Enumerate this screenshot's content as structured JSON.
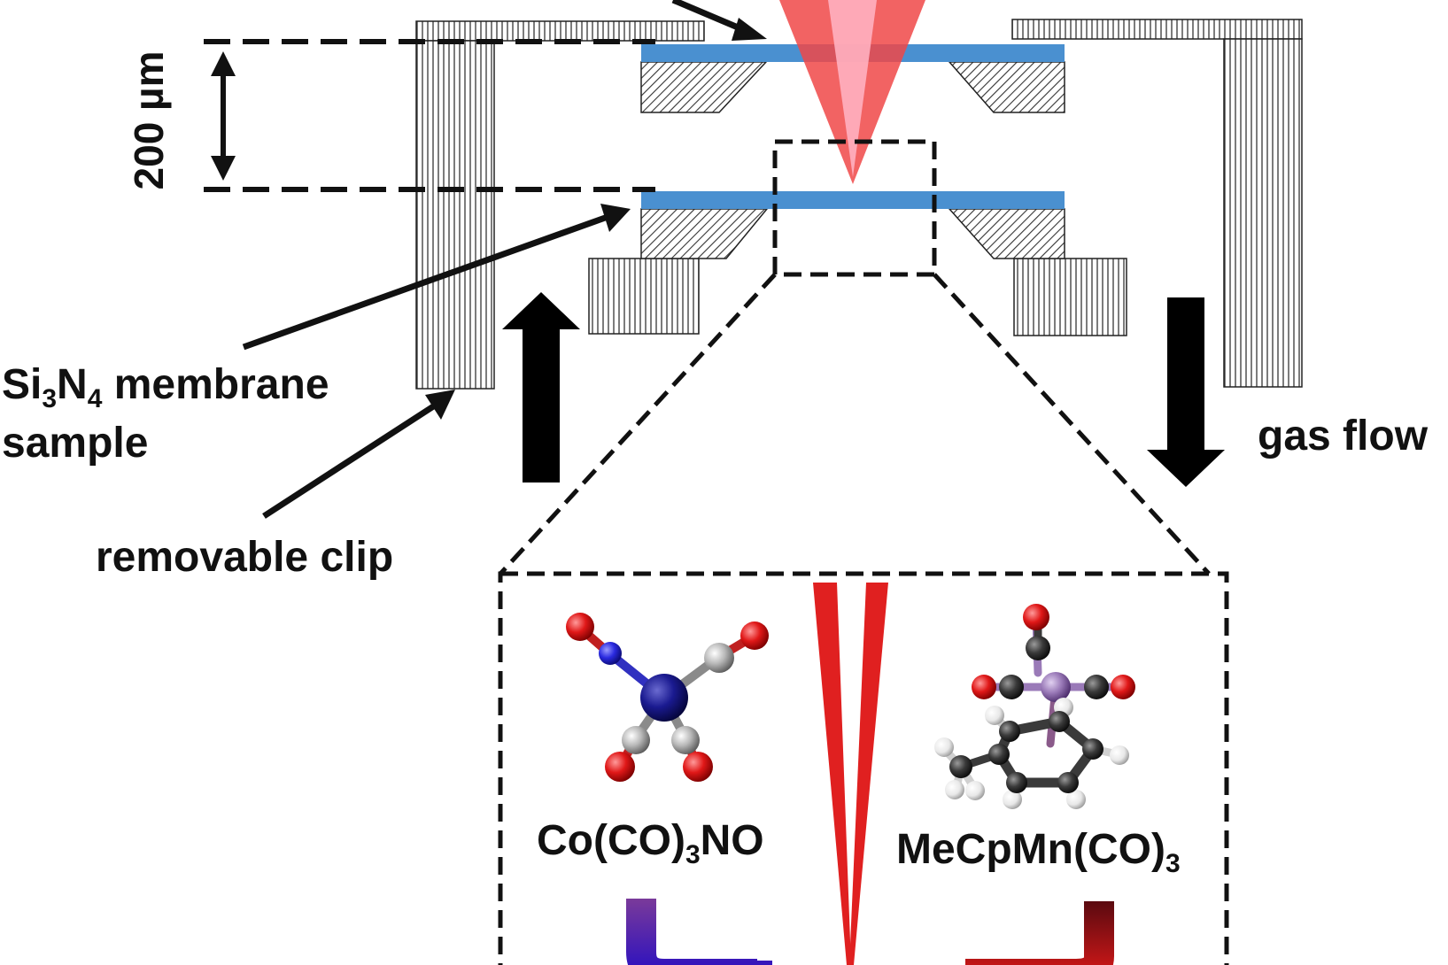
{
  "labels": {
    "gap_size": "200 µm",
    "membrane_main": "Si",
    "membrane_sub1": "3",
    "membrane_mid": "N",
    "membrane_sub2": "4",
    "membrane_rest": " membrane",
    "membrane_line2": "sample",
    "clip": "removable clip",
    "gas_flow": "gas flow"
  },
  "molecules": {
    "left_main": "Co(CO)",
    "left_sub": "3",
    "left_tail": "NO",
    "right_main": "MeCpMn(CO)",
    "right_sub": "3"
  },
  "colors": {
    "membrane": "#4a90d0",
    "beam": "#f04848",
    "beam_core": "#ffb0c0",
    "beam_zoom": "#e02020",
    "hatch": "#555555",
    "arrow": "#000000",
    "oxygen": "#e01818",
    "nitrogen": "#2a2ae0",
    "cobalt": "#1a1a90",
    "carbon_grey": "#b8b8b8",
    "carbon_dark": "#3a3a3a",
    "manganese": "#9a7ab8",
    "hydrogen": "#f0f0f0",
    "precursor_left": "#5a2a9a",
    "precursor_right": "#8a0a10"
  }
}
